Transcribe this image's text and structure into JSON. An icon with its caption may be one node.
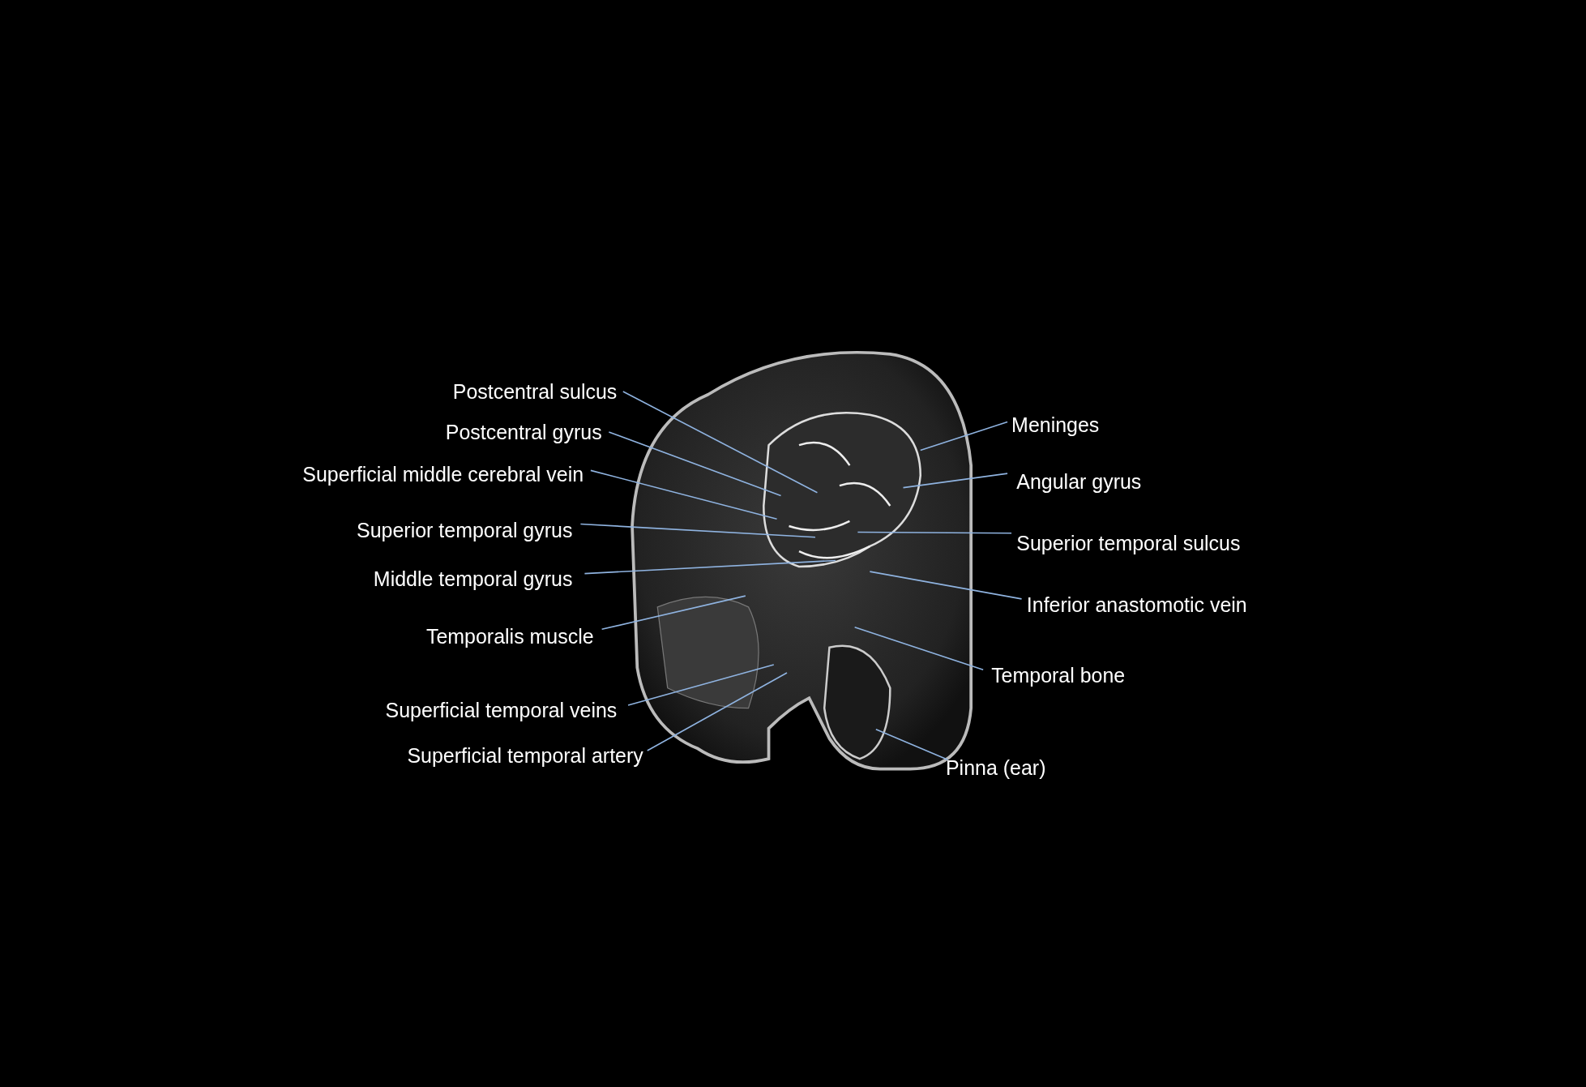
{
  "diagram": {
    "nodes": [
      {
        "text": [
          "Postcentral sulcus"
        ]
      },
      {
        "text": [
          "Postcentral gyrus"
        ]
      },
      {
        "text": [
          "Superficial middle cerebral vein"
        ]
      },
      {
        "text": [
          "Superior temporal gyrus"
        ]
      },
      {
        "text": [
          "Middle temporal gyrus"
        ]
      },
      {
        "text": [
          "Temporalis muscle"
        ]
      },
      {
        "text": [
          "Superficial temporal veins"
        ]
      },
      {
        "text": [
          "Superficial temporal artery"
        ]
      },
      {
        "text": [
          "Meninges"
        ]
      },
      {
        "text": [
          "Angular gyrus"
        ]
      },
      {
        "text": [
          "Superior temporal sulcus"
        ]
      },
      {
        "text": [
          "Inferior anastomotic vein"
        ]
      },
      {
        "text": [
          "Temporal bone"
        ]
      },
      {
        "text": [
          "Pinna (ear)"
        ]
      }
    ],
    "edges": [
      {
        "from": 0,
        "to": null,
        "arrow": "none"
      },
      {
        "from": 1,
        "to": null,
        "arrow": "none"
      },
      {
        "from": 2,
        "to": null,
        "arrow": "none"
      },
      {
        "from": 3,
        "to": null,
        "arrow": "none"
      },
      {
        "from": 4,
        "to": null,
        "arrow": "none"
      },
      {
        "from": 5,
        "to": null,
        "arrow": "none"
      },
      {
        "from": 6,
        "to": null,
        "arrow": "none"
      },
      {
        "from": 7,
        "to": null,
        "arrow": "none"
      },
      {
        "from": 8,
        "to": null,
        "arrow": "none"
      },
      {
        "from": 9,
        "to": null,
        "arrow": "none"
      },
      {
        "from": 10,
        "to": null,
        "arrow": "none"
      },
      {
        "from": 11,
        "to": null,
        "arrow": "none"
      },
      {
        "from": 12,
        "to": null,
        "arrow": "none"
      },
      {
        "from": 13,
        "to": null,
        "arrow": "none"
      }
    ]
  }
}
